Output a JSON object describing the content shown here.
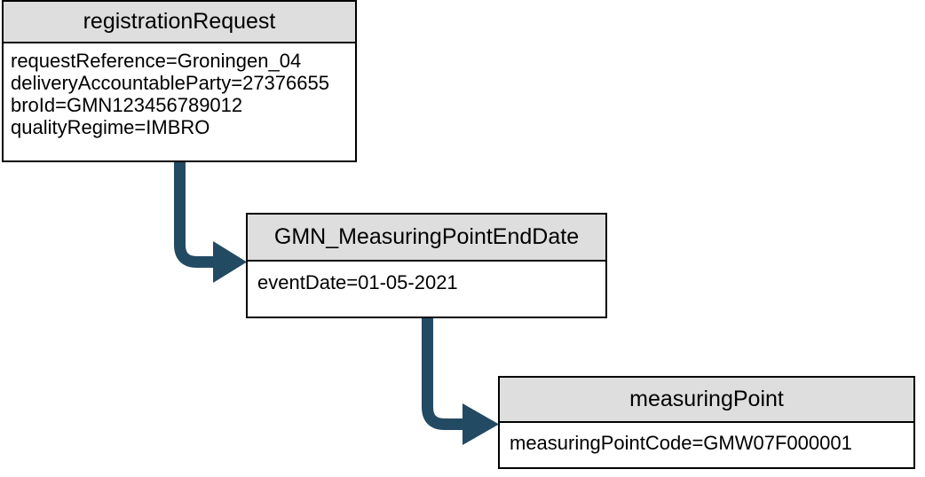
{
  "diagram": {
    "type": "uml-object-diagram",
    "colors": {
      "connector": "#234a63",
      "header_fill": "#dedede",
      "body_fill": "#ffffff",
      "border": "#000000"
    },
    "boxes": [
      {
        "id": "registrationRequest",
        "title": "registrationRequest",
        "attributes": [
          "requestReference=Groningen_04",
          "deliveryAccountableParty=27376655",
          "broId=GMN123456789012",
          "qualityRegime=IMBRO"
        ]
      },
      {
        "id": "GMN_MeasuringPointEndDate",
        "title": "GMN_MeasuringPointEndDate",
        "attributes": [
          "eventDate=01-05-2021"
        ]
      },
      {
        "id": "measuringPoint",
        "title": "measuringPoint",
        "attributes": [
          "measuringPointCode=GMW07F000001"
        ]
      }
    ],
    "connectors": [
      {
        "id": "registrationRequest-to-endDate",
        "from": "registrationRequest",
        "to": "GMN_MeasuringPointEndDate",
        "style": "elbow-arrow"
      },
      {
        "id": "endDate-to-measuringPoint",
        "from": "GMN_MeasuringPointEndDate",
        "to": "measuringPoint",
        "style": "elbow-arrow"
      }
    ]
  }
}
